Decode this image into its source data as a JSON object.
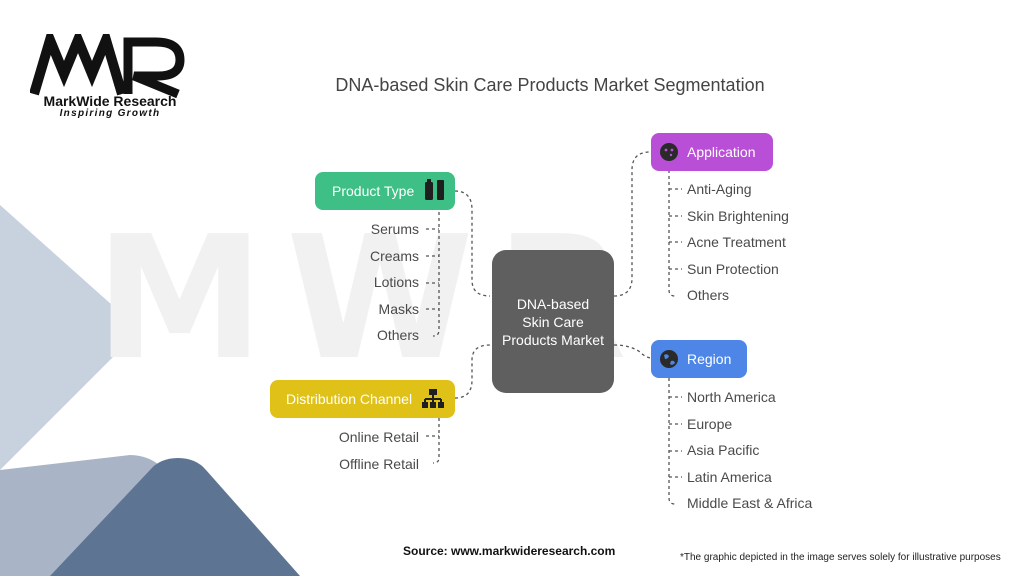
{
  "logo": {
    "name": "MarkWide Research",
    "tagline": "Inspiring Growth",
    "icon": "mwr-logo-icon"
  },
  "watermark": "MWR",
  "title": "DNA-based Skin Care Products Market Segmentation",
  "center": "DNA-based Skin Care Products Market",
  "segments": {
    "product_type": {
      "label": "Product Type",
      "color": "#3dbf86",
      "icon": "bottles-icon",
      "items": [
        "Serums",
        "Creams",
        "Lotions",
        "Masks",
        "Others"
      ]
    },
    "distribution_channel": {
      "label": "Distribution Channel",
      "color": "#e0c118",
      "icon": "network-icon",
      "items": [
        "Online Retail",
        "Offline Retail"
      ]
    },
    "application": {
      "label": "Application",
      "color": "#b94fd6",
      "icon": "face-icon",
      "items": [
        "Anti-Aging",
        "Skin Brightening",
        "Acne Treatment",
        "Sun Protection",
        "Others"
      ]
    },
    "region": {
      "label": "Region",
      "color": "#4d86e6",
      "icon": "globe-icon",
      "items": [
        "North America",
        "Europe",
        "Asia Pacific",
        "Latin America",
        "Middle East & Africa"
      ]
    }
  },
  "footer": {
    "source": "Source: www.markwideresearch.com",
    "note": "*The graphic depicted in the image serves solely for illustrative purposes"
  }
}
